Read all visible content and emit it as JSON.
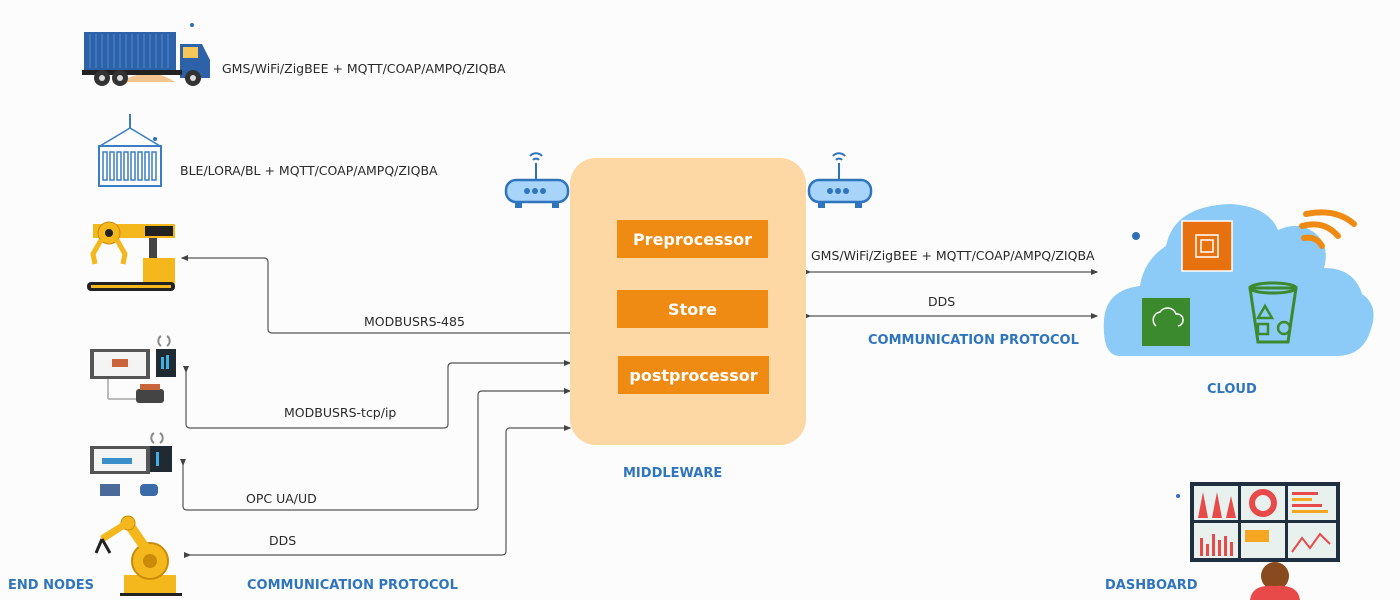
{
  "end_nodes": [
    {
      "icon": "truck-icon",
      "protocol": "GMS/WiFi/ZigBEE + MQTT/COAP/AMPQ/ZIQBA"
    },
    {
      "icon": "container-icon",
      "protocol": "BLE/LORA/BL + MQTT/COAP/AMPQ/ZIQBA"
    },
    {
      "icon": "industrial-machine-icon",
      "protocol": "MODBUSRS-485"
    },
    {
      "icon": "plc-hmi-icon",
      "protocol": "MODBUSRS-tcp/ip"
    },
    {
      "icon": "plc-motor-icon",
      "protocol": "OPC UA/UD"
    },
    {
      "icon": "robot-arm-icon",
      "protocol": "DDS"
    }
  ],
  "middleware": {
    "caption": "MIDDLEWARE",
    "blocks": [
      "Preprocessor",
      "Store",
      "postprocessor"
    ]
  },
  "cloud_links": [
    "GMS/WiFi/ZigBEE + MQTT/COAP/AMPQ/ZIQBA",
    "DDS"
  ],
  "captions": {
    "end_nodes": "END NODES",
    "left_protocol": "COMMUNICATION PROTOCOL",
    "right_protocol": "COMMUNICATION PROTOCOL",
    "cloud": "CLOUD",
    "dashboard": "DASHBOARD"
  },
  "colors": {
    "accent_orange": "#ef8a12",
    "middleware_bg": "#fdd7a4",
    "caption_blue": "#2f75bd",
    "cloud_blue": "#8ccaf7"
  }
}
